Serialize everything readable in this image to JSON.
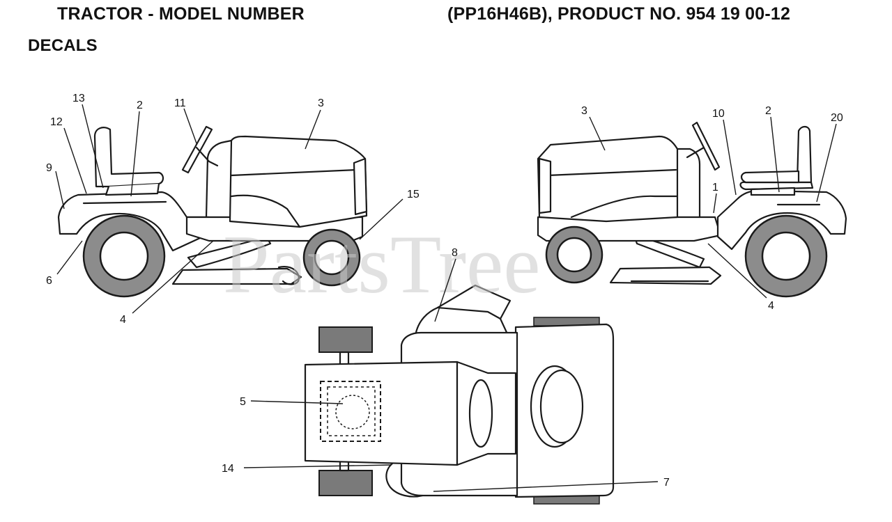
{
  "header": {
    "title_left": "TRACTOR - MODEL NUMBER",
    "title_right": "(PP16H46B), PRODUCT NO. 954 19 00-12",
    "section": "DECALS"
  },
  "watermark": "PartsTree",
  "callouts": {
    "left_view": [
      "13",
      "2",
      "11",
      "3",
      "12",
      "9",
      "15",
      "6",
      "4"
    ],
    "right_view": [
      "3",
      "10",
      "2",
      "20",
      "1",
      "4"
    ],
    "top_view": [
      "8",
      "5",
      "14",
      "7"
    ]
  }
}
